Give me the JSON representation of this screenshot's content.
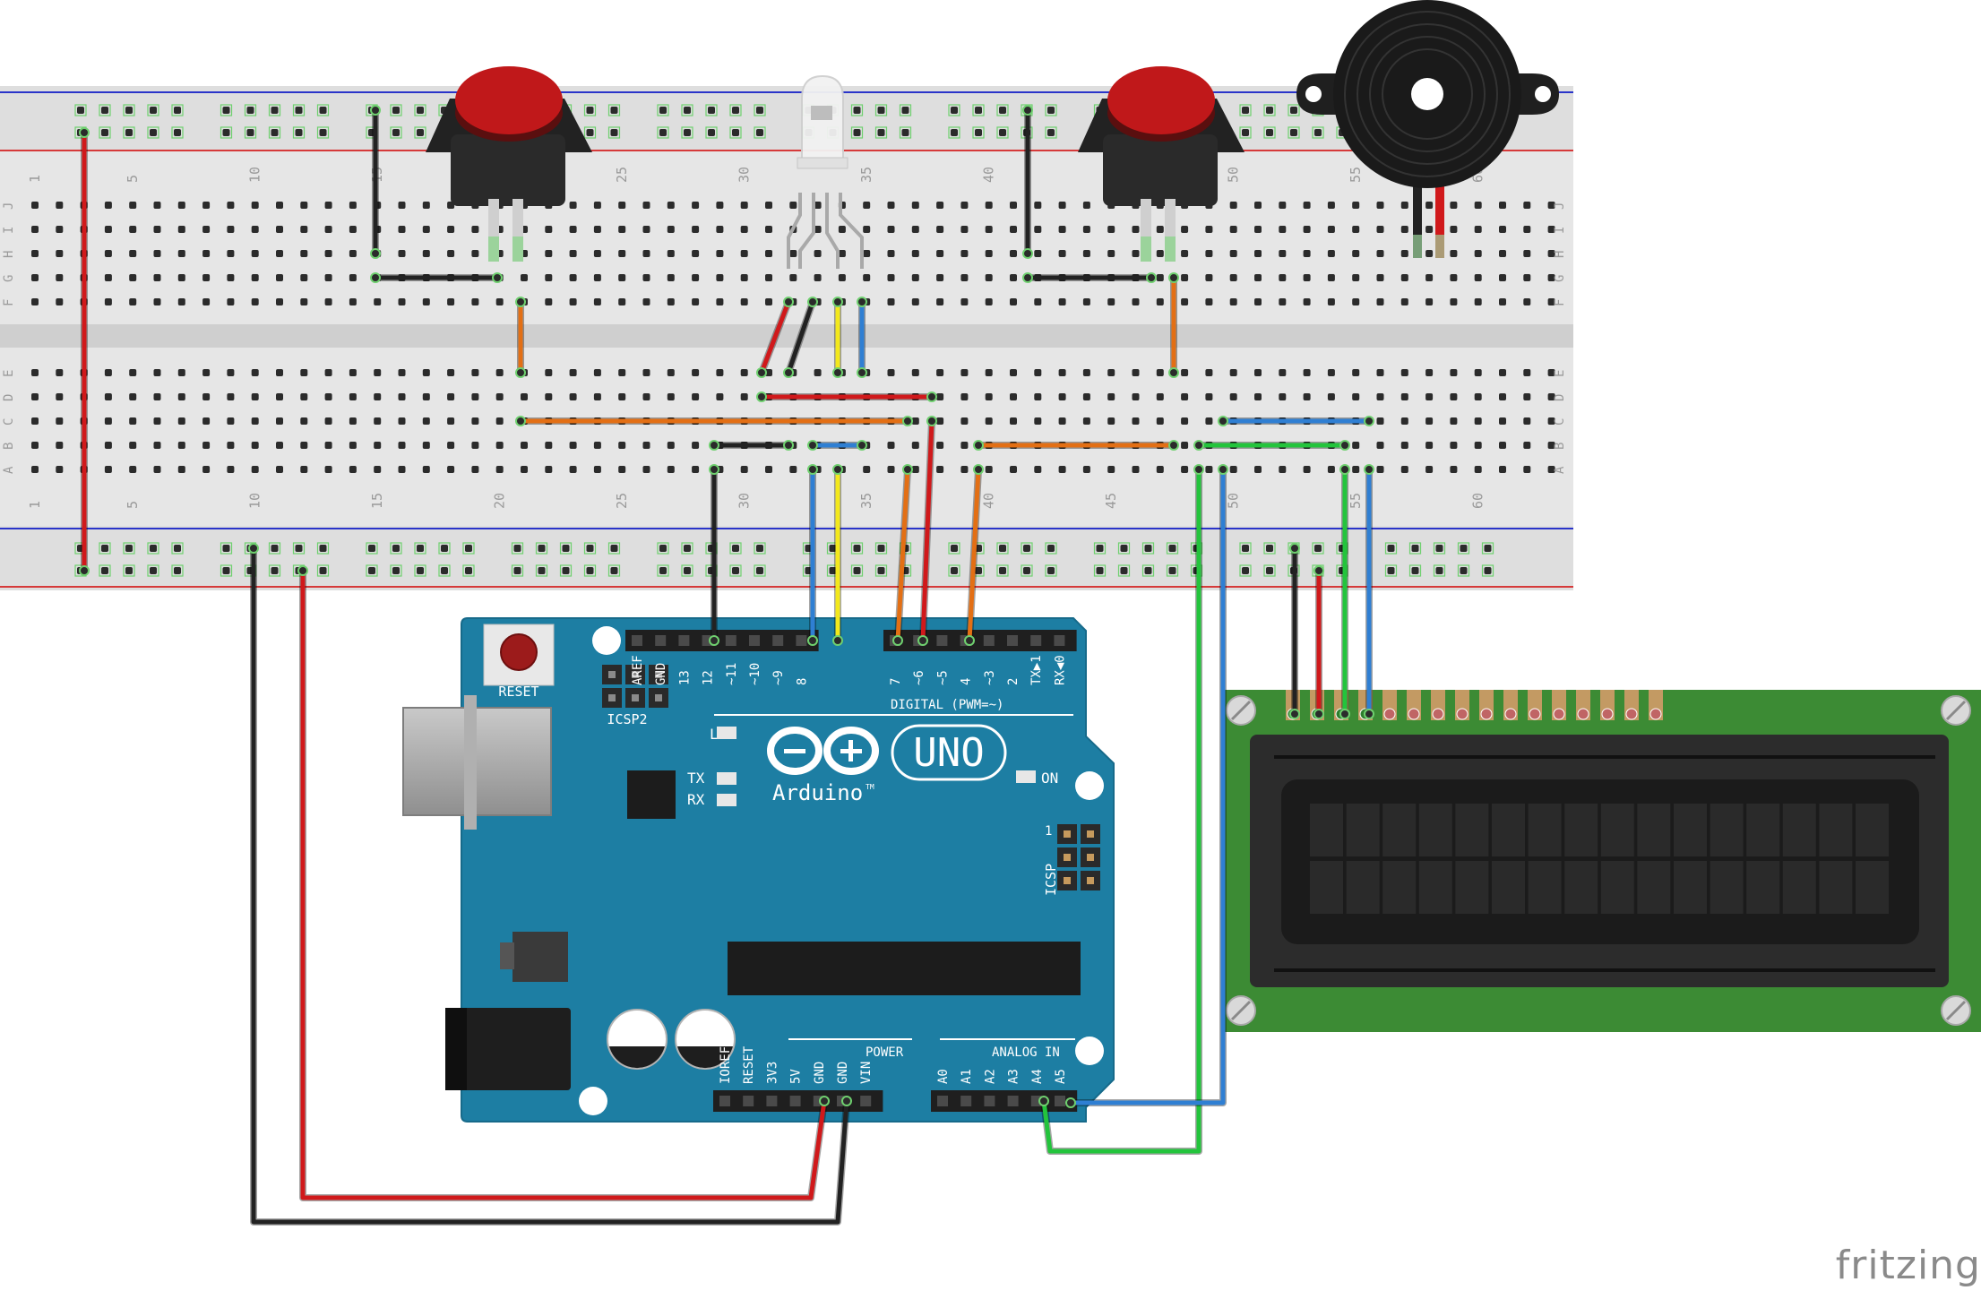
{
  "watermark": "fritzing",
  "breadboard": {
    "column_labels": [
      "1",
      "5",
      "10",
      "15",
      "20",
      "25",
      "30",
      "35",
      "40",
      "45",
      "50",
      "55",
      "60"
    ],
    "row_labels_top": [
      "J",
      "I",
      "H",
      "G",
      "F"
    ],
    "row_labels_bottom": [
      "E",
      "D",
      "C",
      "B",
      "A"
    ]
  },
  "arduino": {
    "reset_label": "RESET",
    "icsp2_label": "ICSP2",
    "icsp_label": "ICSP",
    "icsp_pin1": "1",
    "led_l": "L",
    "led_tx": "TX",
    "led_rx": "RX",
    "on_label": "ON",
    "logo_text": "Arduino",
    "tm": "TM",
    "model": "UNO",
    "digital_label": "DIGITAL (PWM=~)",
    "power_label": "POWER",
    "analog_label": "ANALOG IN",
    "digital_pins": [
      "AREF",
      "GND",
      "13",
      "12",
      "~11",
      "~10",
      "~9",
      "8",
      "7",
      "~6",
      "~5",
      "4",
      "~3",
      "2",
      "TX▶1",
      "RX◀0"
    ],
    "power_pins": [
      "IOREF",
      "RESET",
      "3V3",
      "5V",
      "GND",
      "GND",
      "VIN"
    ],
    "analog_pins": [
      "A0",
      "A1",
      "A2",
      "A3",
      "A4",
      "A5"
    ]
  },
  "colors": {
    "wire_red": "#d0191b",
    "wire_black": "#222222",
    "wire_orange": "#e36f14",
    "wire_blue": "#2f7fd3",
    "wire_yellow": "#f3e81b",
    "wire_green": "#23c43c",
    "board_blue": "#1d7ea3",
    "lcd_green": "#3c8b34"
  }
}
